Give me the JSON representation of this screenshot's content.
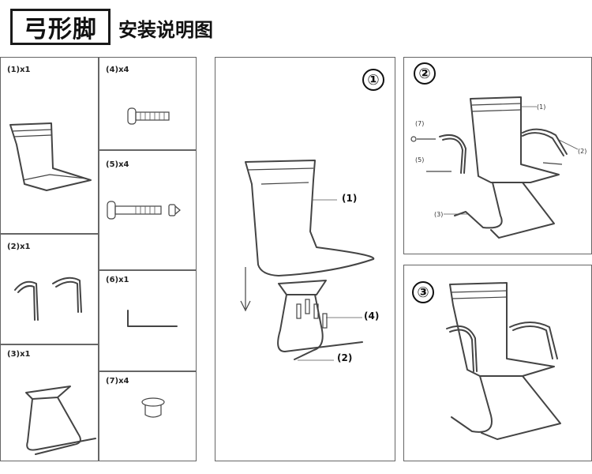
{
  "header": {
    "product_name": "弓形脚",
    "title": "安装说明图"
  },
  "parts": [
    {
      "label": "(1)x1"
    },
    {
      "label": "(2)x1"
    },
    {
      "label": "(3)x1"
    },
    {
      "label": "(4)x4"
    },
    {
      "label": "(5)x4"
    },
    {
      "label": "(6)x1"
    },
    {
      "label": "(7)x4"
    }
  ],
  "steps": [
    {
      "number": "①",
      "callouts": [
        "(1)",
        "(4)",
        "(2)"
      ]
    },
    {
      "number": "②",
      "callouts": [
        "(7)",
        "(1)",
        "(2)",
        "(5)",
        "(3)"
      ]
    },
    {
      "number": "③"
    }
  ],
  "colors": {
    "line": "#444444",
    "border": "#666666",
    "background": "#ffffff"
  }
}
